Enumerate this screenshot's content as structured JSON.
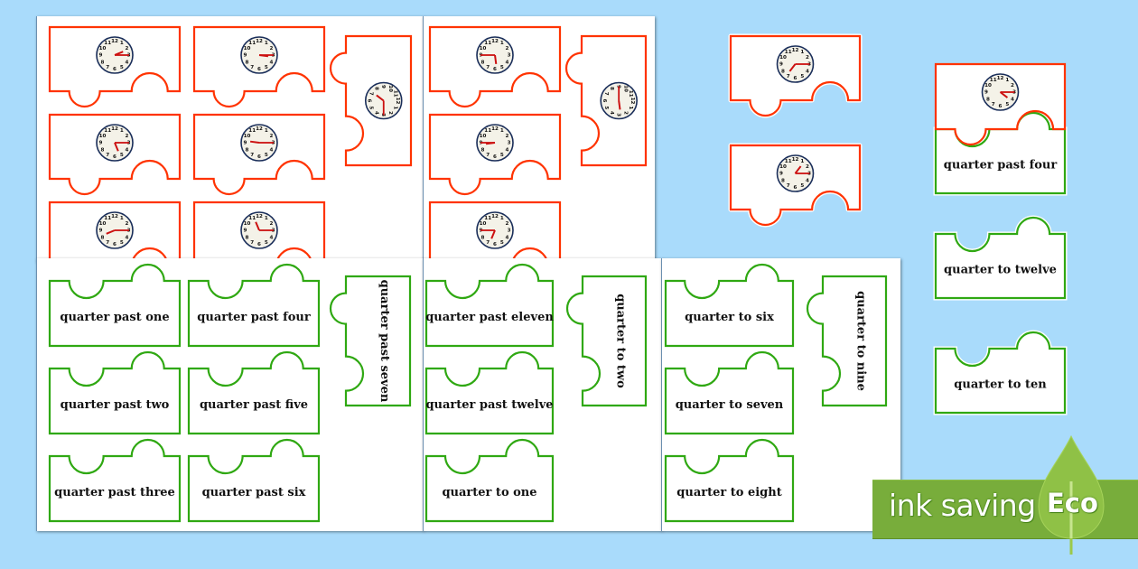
{
  "colors": {
    "background": "#a9dbfb",
    "clock_piece_outline": "#ff3300",
    "label_piece_outline": "#2fa812",
    "clock_hand": "#cc1111",
    "clock_face": "#f4f2e8",
    "clock_rim": "#1a2e5a",
    "eco_green": "#78ad3b",
    "leaf_green": "#8fc146"
  },
  "sheets": {
    "clock_sheet_1": {
      "pieces": [
        {
          "hour": 2,
          "minute": 15
        },
        {
          "hour": 3,
          "minute": 15
        },
        {
          "hour": 5,
          "minute": 15
        },
        {
          "hour": 9,
          "minute": 15
        },
        {
          "hour": 8,
          "minute": 15
        },
        {
          "hour": 11,
          "minute": 15
        }
      ],
      "vertical_piece": {
        "hour": 7,
        "minute": 15
      }
    },
    "clock_sheet_2": {
      "pieces": [
        {
          "hour": 5,
          "minute": 45
        },
        {
          "hour": 8,
          "minute": 45
        },
        {
          "hour": 6,
          "minute": 45
        }
      ],
      "vertical_piece": {
        "hour": 2,
        "minute": 45
      }
    },
    "label_sheet_1": {
      "pieces": [
        "quarter past one",
        "quarter past four",
        "quarter past two",
        "quarter past five",
        "quarter past three",
        "quarter past six"
      ],
      "vertical_piece": "quarter past seven"
    },
    "label_sheet_2": {
      "pieces": [
        "quarter past eleven",
        "quarter past twelve",
        "quarter to one"
      ],
      "vertical_piece": "quarter to two"
    },
    "label_sheet_3": {
      "pieces": [
        "quarter to six",
        "quarter to seven",
        "quarter to eight"
      ],
      "vertical_piece": "quarter to nine"
    }
  },
  "loose_pieces": {
    "clock_a": {
      "hour": 7,
      "minute": 15
    },
    "clock_b": {
      "hour": 1,
      "minute": 15
    },
    "matched_pair": {
      "clock": {
        "hour": 4,
        "minute": 15
      },
      "label": "quarter past four"
    },
    "label_a": "quarter to twelve",
    "label_b": "quarter to ten"
  },
  "badge": {
    "text": "ink saving",
    "eco": "Eco",
    "icon": "leaf-icon"
  }
}
